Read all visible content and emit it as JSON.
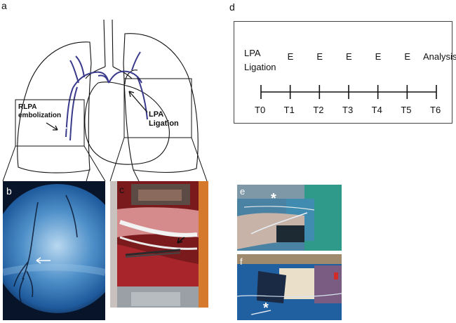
{
  "panel_a": {
    "letter": "a",
    "label_rlpa_line1": "RLPA",
    "label_rlpa_line2": "embolization",
    "label_lpa_line1": "LPA",
    "label_lpa_line2": "Ligation"
  },
  "panel_b": {
    "letter": "b"
  },
  "panel_c": {
    "letter": "c"
  },
  "panel_d": {
    "letter": "d",
    "start_label_line1": "LPA",
    "start_label_line2": "Ligation",
    "timepoints": [
      "T0",
      "T1",
      "T2",
      "T3",
      "T4",
      "T5",
      "T6"
    ],
    "events": [
      "E",
      "E",
      "E",
      "E",
      "E"
    ],
    "end_label": "Analysis"
  },
  "panel_e": {
    "letter": "e",
    "marker": "*"
  },
  "panel_f": {
    "letter": "f",
    "marker": "*"
  },
  "colors": {
    "vessel": "#3a3a8c",
    "fluoro_bg": "#1f6fb8",
    "surgical_red": "#b8242a",
    "drape_blue": "#3c88b0"
  }
}
